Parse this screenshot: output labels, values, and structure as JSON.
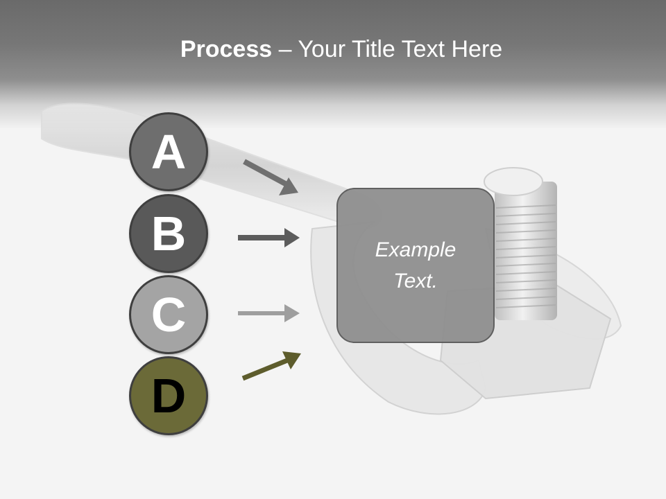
{
  "title": {
    "bold": "Process",
    "rest": " – Your Title Text Here"
  },
  "steps": [
    {
      "letter": "A",
      "color": "#6e6e6e",
      "text_color": "#ffffff",
      "arrow_color": "#707070"
    },
    {
      "letter": "B",
      "color": "#595959",
      "text_color": "#ffffff",
      "arrow_color": "#5c5c5c"
    },
    {
      "letter": "C",
      "color": "#a4a4a4",
      "text_color": "#ffffff",
      "arrow_color": "#9e9e9e"
    },
    {
      "letter": "D",
      "color": "#6b6a38",
      "text_color": "#000000",
      "arrow_color": "#5d5c2c"
    }
  ],
  "box": {
    "text": "Example Text."
  },
  "colors": {
    "header": "#6a6a6a",
    "background": "#f4f4f4",
    "box": "#8f8f8f"
  }
}
